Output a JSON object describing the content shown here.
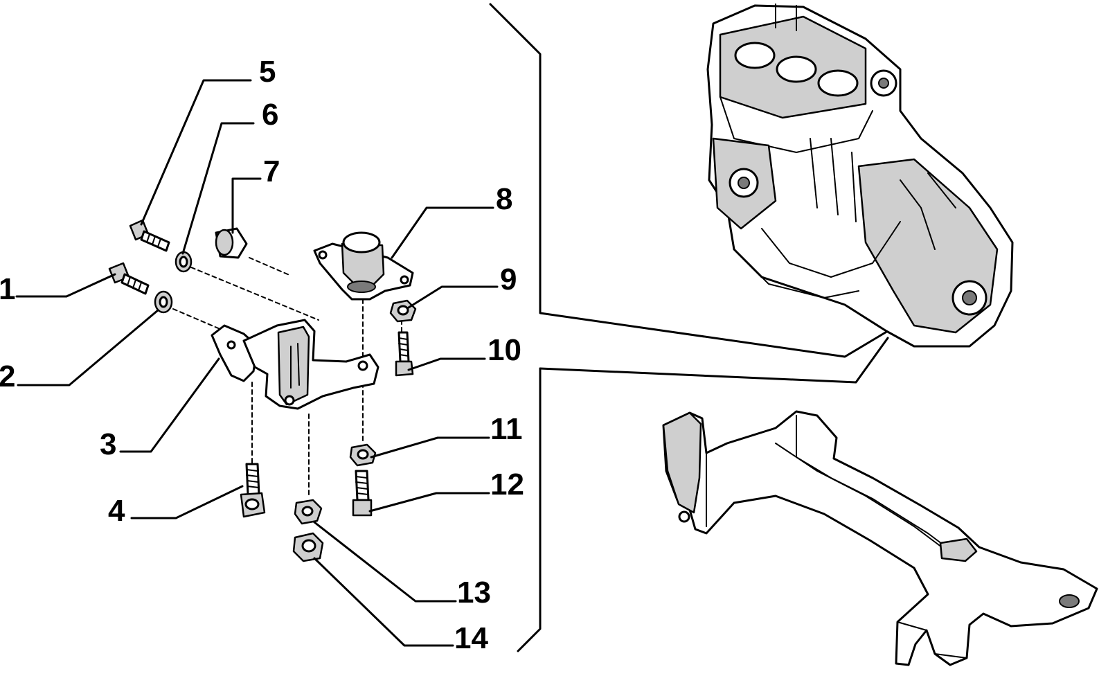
{
  "callouts": [
    {
      "id": "1",
      "text": "1"
    },
    {
      "id": "2",
      "text": "2"
    },
    {
      "id": "3",
      "text": "3"
    },
    {
      "id": "4",
      "text": "4"
    },
    {
      "id": "5",
      "text": "5"
    },
    {
      "id": "6",
      "text": "6"
    },
    {
      "id": "7",
      "text": "7"
    },
    {
      "id": "8",
      "text": "8"
    },
    {
      "id": "9",
      "text": "9"
    },
    {
      "id": "10",
      "text": "10"
    },
    {
      "id": "11",
      "text": "11"
    },
    {
      "id": "12",
      "text": "12"
    },
    {
      "id": "13",
      "text": "13"
    },
    {
      "id": "14",
      "text": "14"
    }
  ],
  "colors": {
    "ink": "#000000",
    "background": "#ffffff",
    "shading": "#cfcfcf"
  }
}
